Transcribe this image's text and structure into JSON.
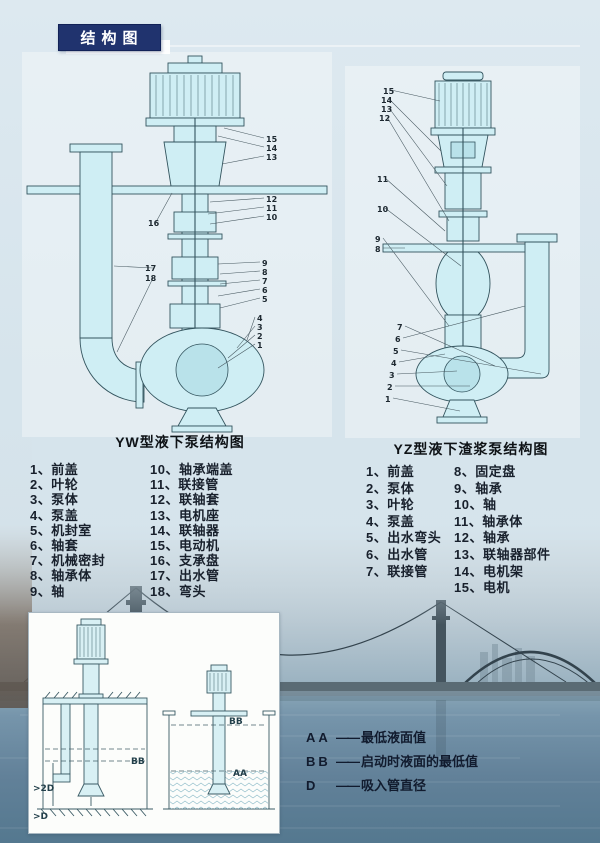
{
  "header": {
    "badge": "结构图"
  },
  "yw": {
    "caption": "YW型液下泵结构图",
    "parts": [
      "1、前盖",
      "2、叶轮",
      "3、泵体",
      "4、泵盖",
      "5、机封室",
      "6、轴套",
      "7、机械密封",
      "8、轴承体",
      "9、轴",
      "10、轴承端盖",
      "11、联接管",
      "12、联轴套",
      "13、电机座",
      "14、联轴器",
      "15、电动机",
      "16、支承盘",
      "17、出水管",
      "18、弯头"
    ],
    "callouts": [
      "1",
      "2",
      "3",
      "4",
      "5",
      "6",
      "7",
      "8",
      "9",
      "10",
      "11",
      "12",
      "13",
      "14",
      "15",
      "16",
      "17",
      "18"
    ]
  },
  "yz": {
    "caption": "YZ型液下渣浆泵结构图",
    "parts": [
      "1、前盖",
      "2、泵体",
      "3、叶轮",
      "4、泵盖",
      "5、出水弯头",
      "6、出水管",
      "7、联接管",
      "8、固定盘",
      "9、轴承",
      "10、轴",
      "11、轴承体",
      "12、轴承",
      "13、联轴器部件",
      "14、电机架",
      "15、电机"
    ],
    "callouts": [
      "1",
      "2",
      "3",
      "4",
      "5",
      "6",
      "7",
      "8",
      "9",
      "10",
      "11",
      "12",
      "13",
      "14",
      "15"
    ]
  },
  "install": {
    "labels": {
      "bb": "BB",
      "aa": "AA",
      "min2d": ">2D",
      "mind": ">D"
    },
    "dash": "——",
    "legend": [
      {
        "sym": "AA",
        "desc": "最低液面值"
      },
      {
        "sym": "BB",
        "desc": "启动时液面的最低值"
      },
      {
        "sym": "D",
        "desc": "吸入管直径"
      }
    ]
  },
  "colors": {
    "badge_navy": "#20336e",
    "paper": "#d6e4ec",
    "diagram_fill": "#cfeef4",
    "diagram_stroke": "#33545e",
    "water": "#54788f"
  }
}
